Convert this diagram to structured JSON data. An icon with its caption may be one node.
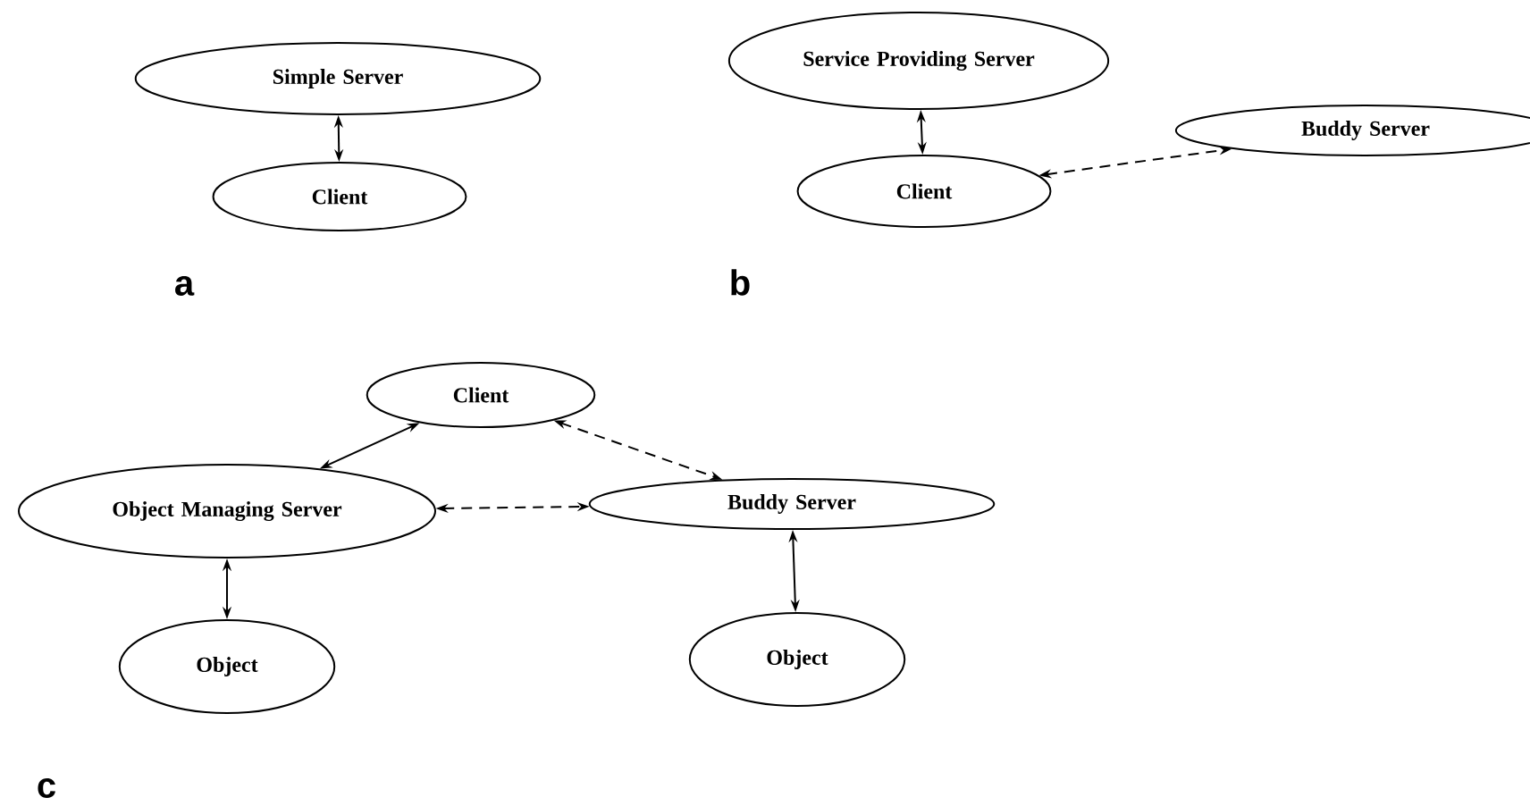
{
  "diagram": {
    "nodes": [
      {
        "text": [
          "Simple Server"
        ]
      },
      {
        "text": [
          "Client"
        ]
      },
      {
        "text": [
          "Service Providing Server"
        ]
      },
      {
        "text": [
          "Client"
        ]
      },
      {
        "text": [
          "Buddy Server"
        ]
      },
      {
        "text": [
          "Client"
        ]
      },
      {
        "text": [
          "Object Managing Server"
        ]
      },
      {
        "text": [
          "Buddy Server"
        ]
      },
      {
        "text": [
          "Object"
        ]
      },
      {
        "text": [
          "Object"
        ]
      }
    ],
    "edges": [
      {
        "from": 0,
        "to": 1,
        "arrow": "both"
      },
      {
        "from": 2,
        "to": 3,
        "arrow": "both"
      },
      {
        "from": 3,
        "to": 4,
        "arrow": "both",
        "style": "dashed"
      },
      {
        "from": 5,
        "to": 6,
        "arrow": "both"
      },
      {
        "from": 5,
        "to": 7,
        "arrow": "both",
        "style": "dashed"
      },
      {
        "from": 6,
        "to": 7,
        "arrow": "both",
        "style": "dashed"
      },
      {
        "from": 6,
        "to": 8,
        "arrow": "both"
      },
      {
        "from": 7,
        "to": 9,
        "arrow": "both"
      }
    ],
    "labels": [
      "a",
      "b",
      "c"
    ]
  }
}
